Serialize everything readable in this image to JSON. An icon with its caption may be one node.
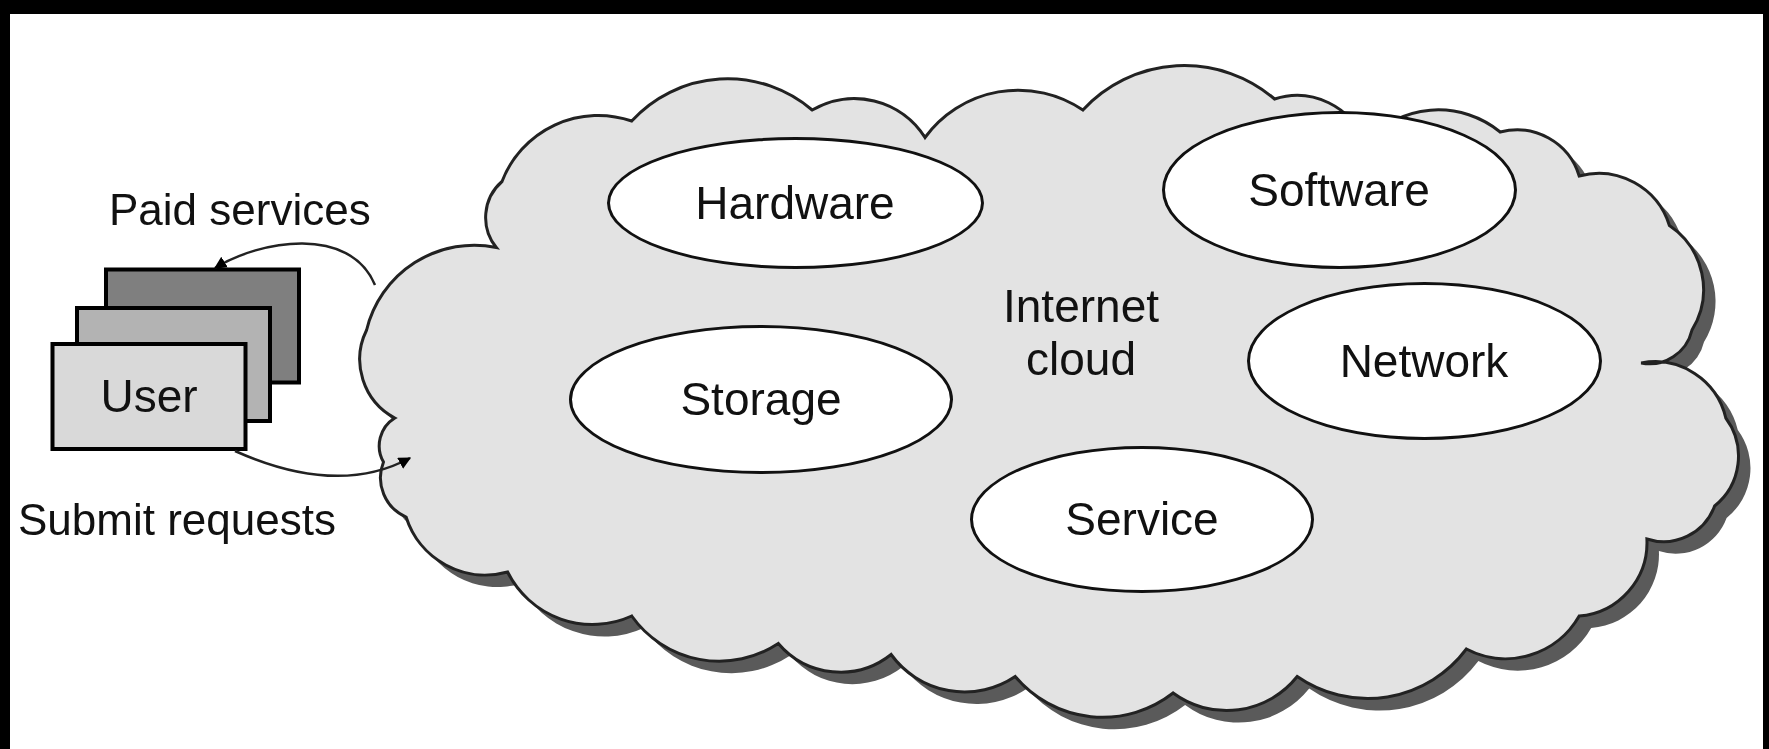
{
  "diagram": {
    "nodes": [
      {
        "text": [
          "User"
        ]
      },
      {
        "text": [
          "Internet cloud"
        ]
      },
      {
        "text": [
          "Hardware"
        ],
        "in": 1
      },
      {
        "text": [
          "Software"
        ],
        "in": 1
      },
      {
        "text": [
          "Storage"
        ],
        "in": 1
      },
      {
        "text": [
          "Network"
        ],
        "in": 1
      },
      {
        "text": [
          "Service"
        ],
        "in": 1
      }
    ],
    "edges": [
      {
        "from": 1,
        "to": 0,
        "arrow": "to",
        "label": "Paid services"
      },
      {
        "from": 0,
        "to": 1,
        "arrow": "to",
        "label": "Submit requests"
      }
    ]
  }
}
